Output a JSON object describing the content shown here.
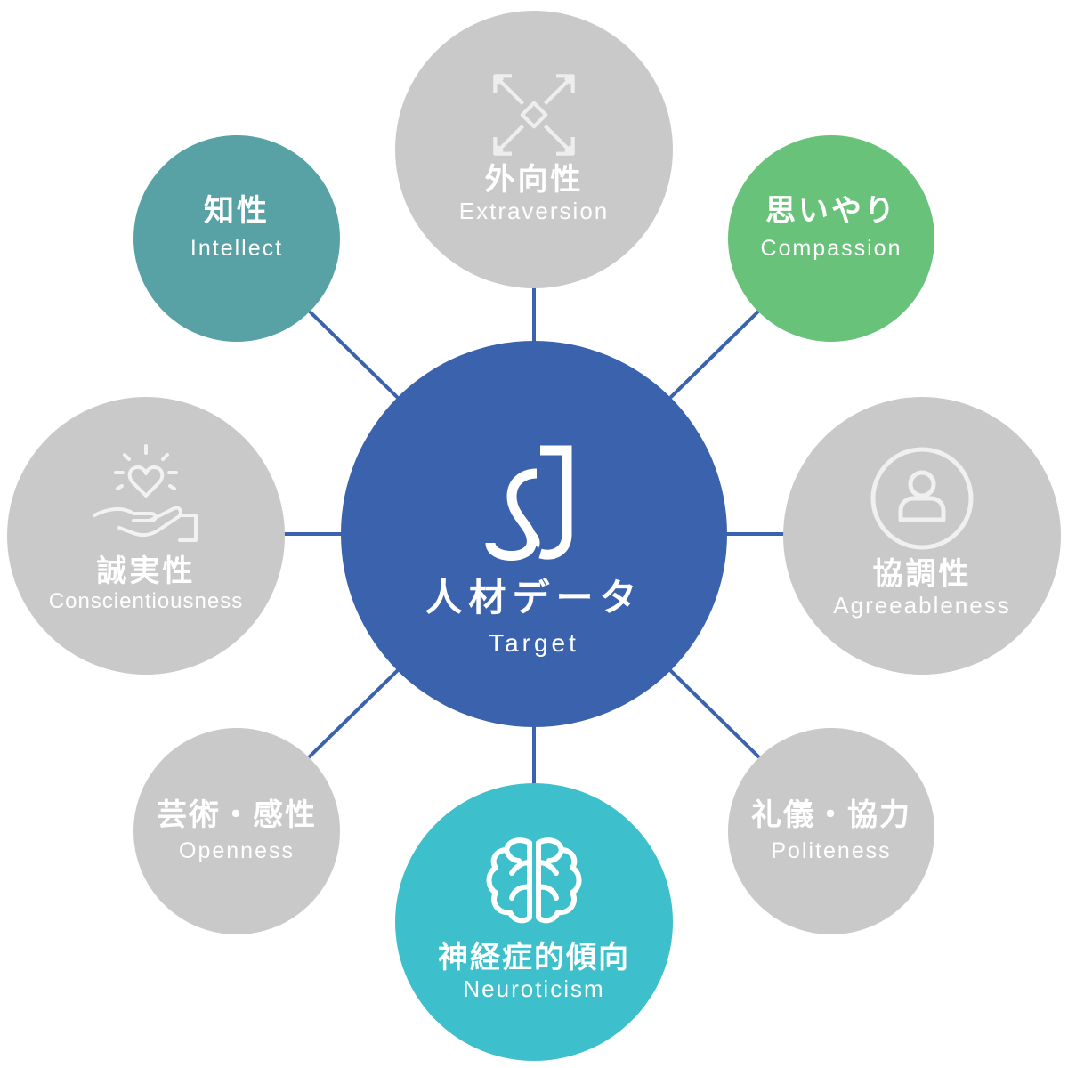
{
  "colors": {
    "center": "#3b63ad",
    "gray": "#c9c9c9",
    "teal": "#58a2a5",
    "green": "#68c27a",
    "cyan": "#3ec0cc",
    "connector": "#3b63ad",
    "text": "#ffffff"
  },
  "center": {
    "logo": "SJ",
    "title": "人材データ",
    "subtitle": "Target"
  },
  "nodes": {
    "extraversion": {
      "title": "外向性",
      "subtitle": "Extraversion",
      "icon": "expand-arrows-icon"
    },
    "intellect": {
      "title": "知性",
      "subtitle": "Intellect"
    },
    "compassion": {
      "title": "思いやり",
      "subtitle": "Compassion"
    },
    "conscientiousness": {
      "title": "誠実性",
      "subtitle": "Conscientiousness",
      "icon": "heart-hand-icon"
    },
    "agreeableness": {
      "title": "協調性",
      "subtitle": "Agreeableness",
      "icon": "user-circle-icon"
    },
    "openness": {
      "title": "芸術・感性",
      "subtitle": "Openness"
    },
    "politeness": {
      "title": "礼儀・協力",
      "subtitle": "Politeness"
    },
    "neuroticism": {
      "title": "神経症的傾向",
      "subtitle": "Neuroticism",
      "icon": "brain-icon"
    }
  }
}
